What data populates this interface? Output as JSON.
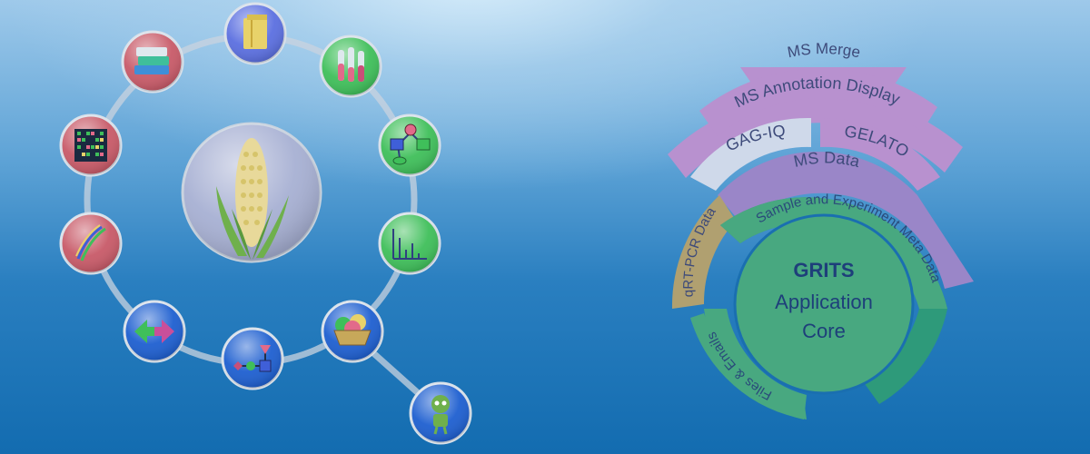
{
  "core": {
    "title": "GRITS",
    "line1": "Application",
    "line2": "Core"
  },
  "layers": {
    "ms_merge": "MS Merge",
    "ms_annotation_display": "MS Annotation Display",
    "gag_iq": "GAG-IQ",
    "gelato": "GELATO",
    "ms_data": "MS Data",
    "sample_meta": "Sample and Experiment Meta Data",
    "qrt_pcr": "qRT-PCR Data",
    "files_emails": "Files & Emails"
  },
  "icons": [
    {
      "name": "folder-icon",
      "color": "#5b6fe0"
    },
    {
      "name": "test-tubes-icon",
      "color": "#3fbf5a"
    },
    {
      "name": "workflow-diagram-icon",
      "color": "#3fbf5a"
    },
    {
      "name": "spectrum-chart-icon",
      "color": "#3fbf5a"
    },
    {
      "name": "glycan-bowl-icon",
      "color": "#1e5fd0"
    },
    {
      "name": "robot-icon",
      "color": "#1e5fd0"
    },
    {
      "name": "glycan-structure-icon",
      "color": "#1e5fd0"
    },
    {
      "name": "arrows-icon",
      "color": "#1e5fd0"
    },
    {
      "name": "chromatogram-icon",
      "color": "#c85a68"
    },
    {
      "name": "microarray-icon",
      "color": "#c85a68"
    },
    {
      "name": "books-icon",
      "color": "#c85a68"
    },
    {
      "name": "corn-icon",
      "color": "#9aa0c8"
    }
  ]
}
